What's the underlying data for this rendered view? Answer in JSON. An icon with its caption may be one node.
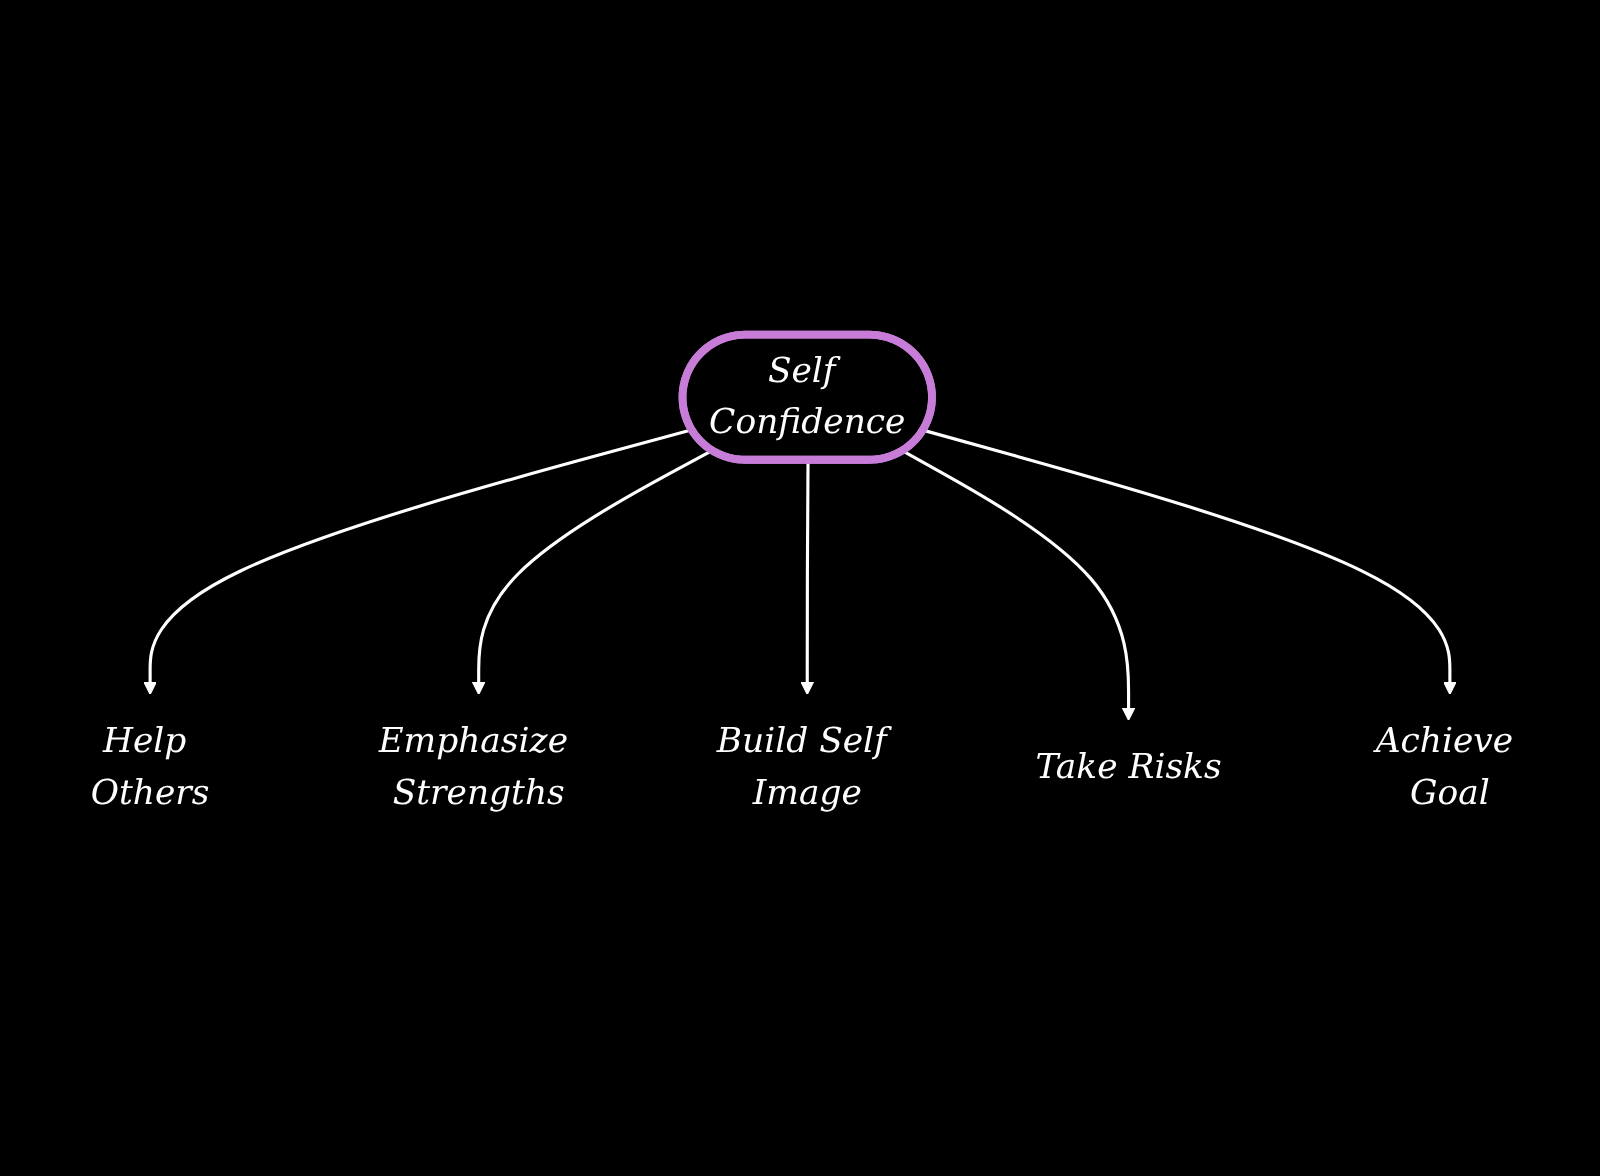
{
  "diagram": {
    "nodes": [
      {
        "text": [
          "Emphasize Strengths"
        ]
      },
      {
        "text": [
          "Help Others"
        ]
      },
      {
        "text": [
          "Build Self Image"
        ]
      },
      {
        "text": [
          "Self Confidence"
        ]
      },
      {
        "text": [
          "Take Risks"
        ]
      },
      {
        "text": [
          "Achieve Goal"
        ]
      }
    ],
    "edges": [
      {
        "from": 3,
        "to": 1,
        "arrow": "to"
      },
      {
        "from": 3,
        "to": 0,
        "arrow": "to"
      },
      {
        "from": 3,
        "to": 2,
        "arrow": "to"
      },
      {
        "from": 3,
        "to": 4,
        "arrow": "to"
      },
      {
        "from": 3,
        "to": 5,
        "arrow": "to"
      }
    ]
  }
}
